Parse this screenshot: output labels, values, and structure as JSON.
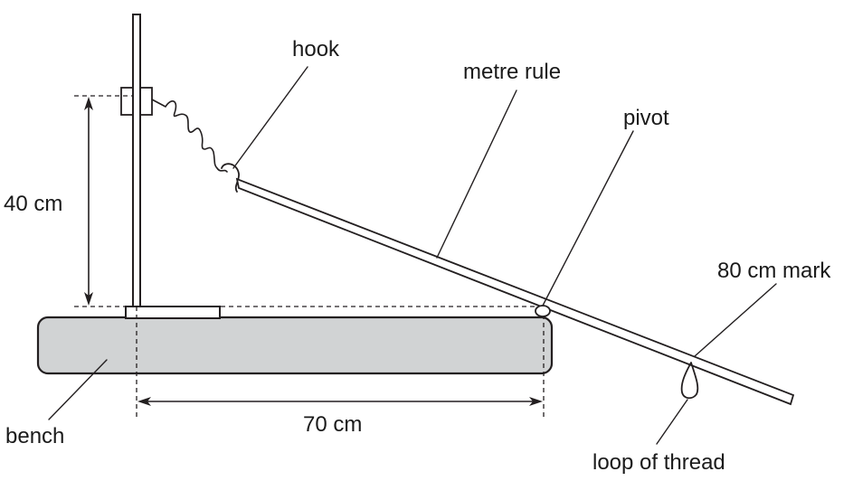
{
  "labels": {
    "hook": "hook",
    "metre_rule": "metre rule",
    "pivot": "pivot",
    "height": "40 cm",
    "mark": "80 cm mark",
    "distance": "70 cm",
    "bench": "bench",
    "loop": "loop of thread"
  },
  "colors": {
    "ink": "#231f20",
    "bench_fill": "#d1d3d4"
  }
}
